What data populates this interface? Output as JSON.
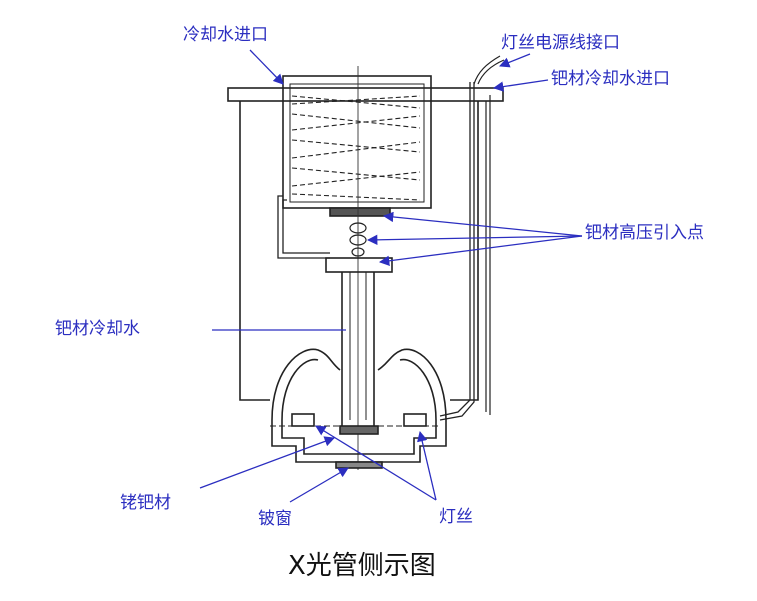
{
  "diagram": {
    "caption": "X光管侧示图",
    "labels": {
      "cooling_water_inlet": "冷却水进口",
      "filament_power_inlet": "灯丝电源线接口",
      "target_cooling_water_inlet": "钯材冷却水进口",
      "target_hv_entry": "钯材高压引入点",
      "target_cooling_water": "钯材冷却水",
      "tungsten_target": "铑钯材",
      "beryllium_window": "铍窗",
      "filament": "灯丝"
    },
    "colors": {
      "label": "#2b2ec0",
      "drawing": "#222222",
      "caption": "#111111"
    }
  }
}
